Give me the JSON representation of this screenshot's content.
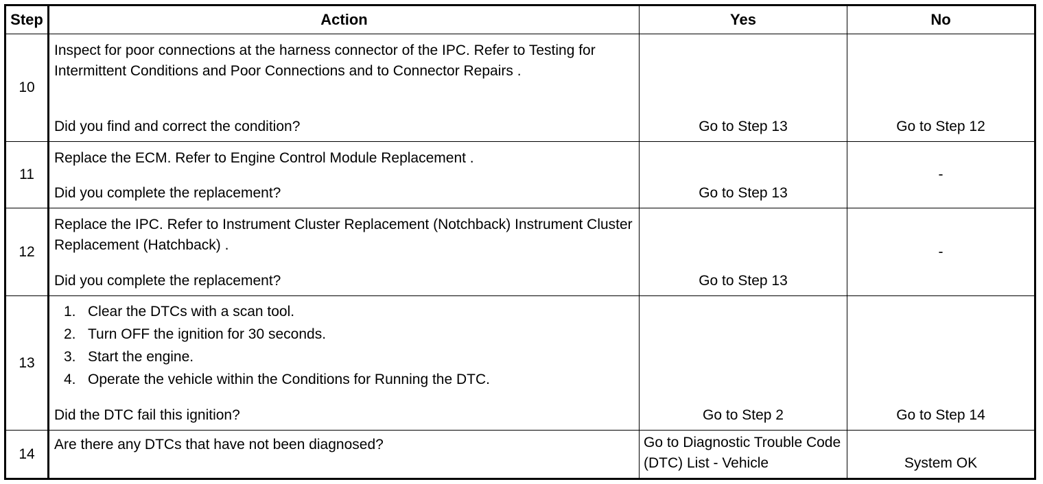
{
  "headers": {
    "step": "Step",
    "action": "Action",
    "yes": "Yes",
    "no": "No"
  },
  "rows": [
    {
      "step": "10",
      "action_text": "Inspect for poor connections at the harness connector of the IPC. Refer to Testing for Intermittent Conditions and Poor Connections and to Connector Repairs .",
      "question": "Did you find and correct the condition?",
      "yes": "Go to Step 13",
      "no": "Go to Step 12"
    },
    {
      "step": "11",
      "action_text": "Replace the ECM. Refer to Engine Control Module Replacement .",
      "question": "Did you complete the replacement?",
      "yes": "Go to Step 13",
      "no": "-"
    },
    {
      "step": "12",
      "action_text": "Replace the IPC. Refer to Instrument Cluster Replacement (Notchback) Instrument Cluster Replacement (Hatchback) .",
      "question": "Did you complete the replacement?",
      "yes": "Go to Step 13",
      "no": "-"
    },
    {
      "step": "13",
      "action_list": [
        {
          "num": "1.",
          "text": "Clear the DTCs with a scan tool."
        },
        {
          "num": "2.",
          "text": "Turn OFF the ignition for 30 seconds."
        },
        {
          "num": "3.",
          "text": "Start the engine."
        },
        {
          "num": "4.",
          "text": "Operate the vehicle within the Conditions for Running the DTC."
        }
      ],
      "question": "Did the DTC fail this ignition?",
      "yes": "Go to Step 2",
      "no": "Go to Step 14"
    },
    {
      "step": "14",
      "question": "Are there any DTCs that have not been diagnosed?",
      "yes": "Go to Diagnostic Trouble Code (DTC) List - Vehicle",
      "no": "System OK"
    }
  ]
}
